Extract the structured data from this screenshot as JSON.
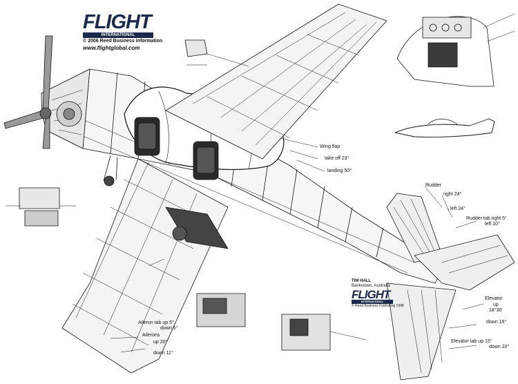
{
  "logo_top": {
    "word": "FLIGHT",
    "sub": "INTERNATIONAL",
    "copyright": "© 2006 Reed Business Information",
    "url": "www.flightglobal.com"
  },
  "logo_bottom": {
    "artist": "TIM HALL",
    "location": "Bankstown, Australia",
    "word": "FLIGHT",
    "sub": "INTERNATIONAL",
    "copyright": "© Reed Business Publishing 1998"
  },
  "annotations": {
    "wing_flap": "Wing flap",
    "takeoff": "take off 23°",
    "landing": "landing 50°",
    "rudder": "Rudder",
    "rudder_right": "right 24°",
    "rudder_left": "left 24°",
    "rudder_tab_right": "Rudder tab right 5°",
    "rudder_tab_left": "left 10°",
    "aileron_tab": "Aileron tab up 5°",
    "aileron_tab_down": "down 5°",
    "ailerons": "Ailerons",
    "ailerons_up": "up 20°",
    "ailerons_down": "down 11°",
    "elevator": "Elevator",
    "elevator_up": "up",
    "elevator_up_val": "18°30'",
    "elevator_down": "down 16°",
    "elevator_tab": "Elevator tab up 15°",
    "elevator_tab_down": "down 20°"
  },
  "colors": {
    "ink": "#111111",
    "logo_navy": "#1b2a4a",
    "panel_gray": "#8a8a8a",
    "dark_fill": "#2a2a2a"
  }
}
